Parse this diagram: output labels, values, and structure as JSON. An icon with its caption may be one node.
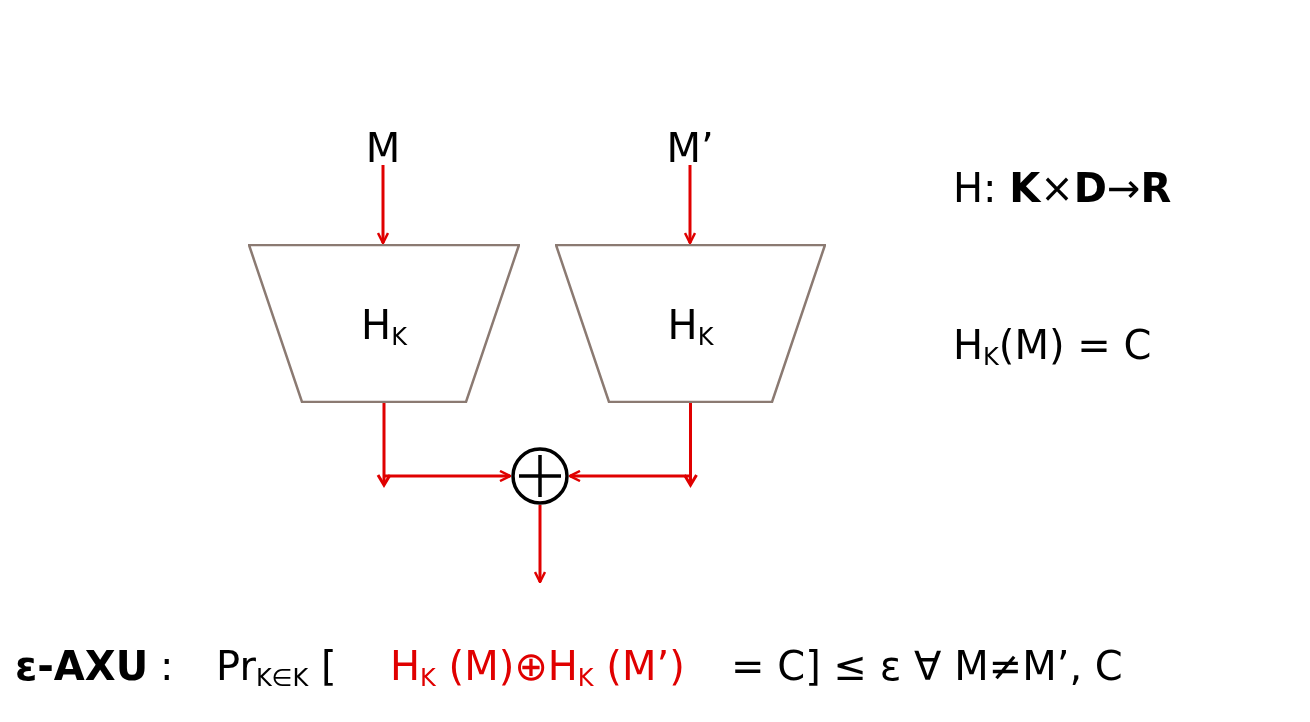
{
  "diagram": {
    "nodes": [
      {
        "text": [
          "M"
        ]
      },
      {
        "text": [
          "M’"
        ]
      },
      {
        "text": [
          "H$_{K}$"
        ]
      },
      {
        "text": [
          "H$_{K}$"
        ]
      },
      {
        "text": [],
        "shape": "circle"
      }
    ],
    "edges": [
      {
        "from": 0,
        "to": 2,
        "arrow": "to"
      },
      {
        "from": 1,
        "to": 3,
        "arrow": "to"
      },
      {
        "from": 2,
        "to": 4,
        "arrow": "to"
      },
      {
        "from": 3,
        "to": 4,
        "arrow": "to"
      },
      {
        "from": 4,
        "to": null,
        "arrow": "to"
      }
    ],
    "labels": [
      "H: **K**×**D**→**R**",
      "H$_{K}$(M) = C",
      "ε-AXU",
      ":",
      "Pr$_{K∈K}$ [",
      "H$_{K}$ (M)⊕H$_{K}$ (M’)",
      "= C] ≤ ε ∀ M≠M’, C"
    ]
  }
}
